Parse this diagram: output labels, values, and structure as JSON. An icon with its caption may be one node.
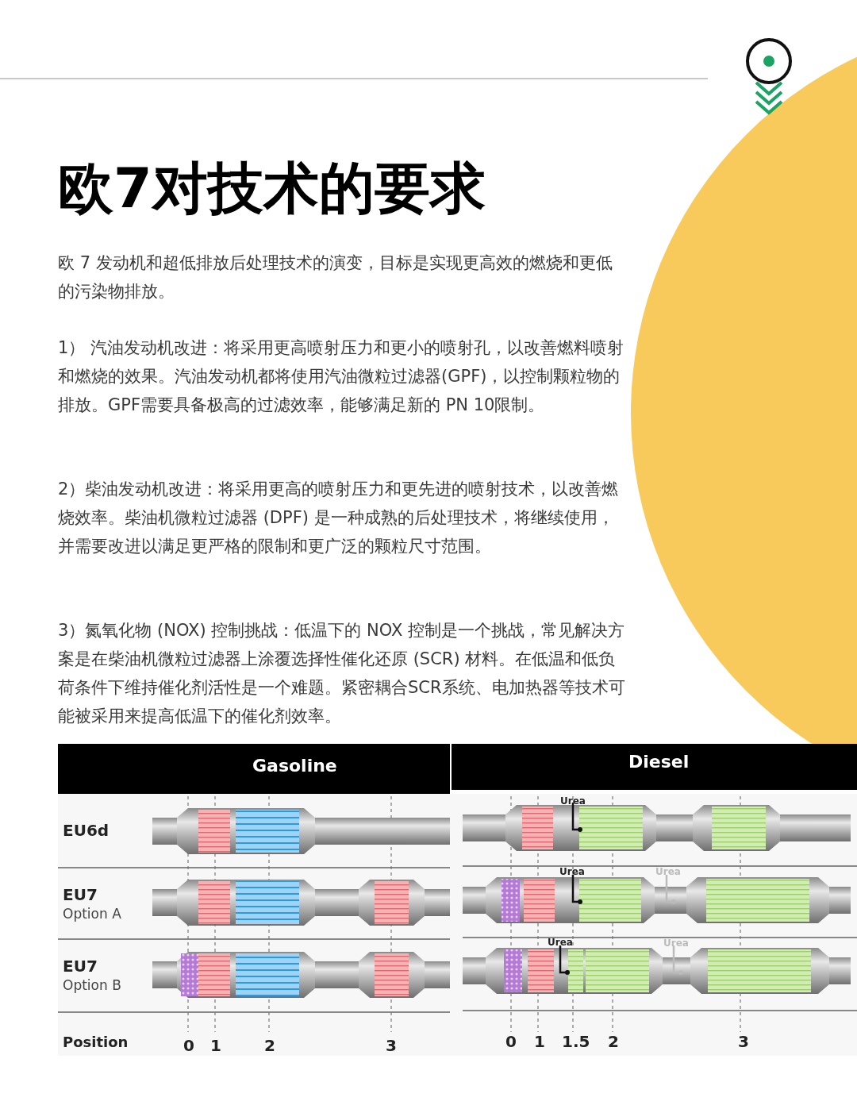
{
  "diagram": {
    "title": "欧7对技术的要求",
    "labels": [
      "欧 7 发动机和超低排放后处理技术的演变，目标是实现更高效的燃烧和更低的污染物排放。",
      "1）  汽油发动机改进：将采用更高喷射压力和更小的喷射孔，以改善燃料喷射和燃烧的效果。汽油发动机都将使用汽油微粒过滤器(GPF)，以控制颗粒物的排放。GPF需要具备极高的过滤效率，能够满足新的 PN 10限制。",
      "2）柴油发动机改进：将采用更高的喷射压力和更先进的喷射技术，以改善燃烧效率。柴油机微粒过滤器 (DPF) 是一种成熟的后处理技术，将继续使用，并需要改进以满足更严格的限制和更广泛的颗粒尺寸范围。",
      "3）氮氧化物 (NOX) 控制挑战：低温下的 NOX 控制是一个挑战，常见解决方案是在柴油机微粒过滤器上涂覆选择性催化还原 (SCR) 材料。在低温和低负荷条件下维持催化剂活性是一个难题。紧密耦合SCR系统、电加热器等技术可能被采用来提高低温下的催化剂效率。",
      "Gasoline",
      "Diesel",
      "Urea",
      "EU6d",
      "Urea",
      "Urea",
      "EU7",
      "Option A",
      "Urea",
      "Urea",
      "EU7",
      "Option B",
      "Position",
      "0",
      "1",
      "2",
      "3",
      "0",
      "1",
      "1.5",
      "2",
      "3"
    ]
  }
}
